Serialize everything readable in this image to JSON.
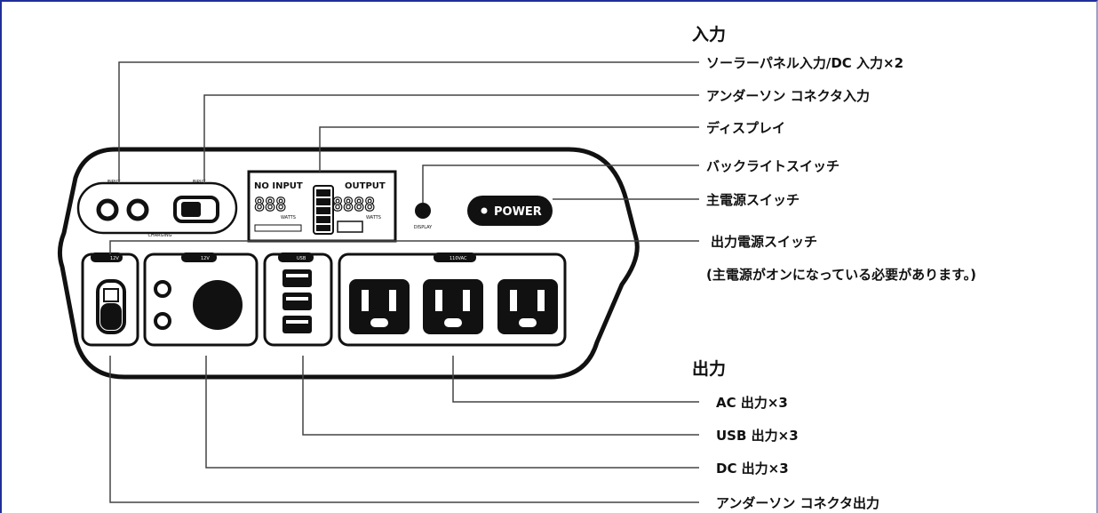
{
  "sections": {
    "input": {
      "heading": "入力",
      "items": [
        "ソーラーパネル入力/DC 入力×2",
        "アンダーソン コネクタ入力"
      ]
    },
    "controls": [
      "ディスプレイ",
      "バックライトスイッチ",
      "主電源スイッチ",
      "出力電源スイッチ",
      "(主電源がオンになっている必要があります。)"
    ],
    "output": {
      "heading": "出力",
      "items": [
        "AC 出力×3",
        "USB 出力×3",
        "DC 出力×3",
        "アンダーソン コネクタ出力"
      ]
    }
  },
  "device": {
    "power_button": "POWER",
    "display": {
      "left_caption": "NO INPUT",
      "right_caption": "OUTPUT",
      "left_digits": "888",
      "right_digits": "8888",
      "unit": "WATTS"
    },
    "small_labels": {
      "input1": "INPUT",
      "input2": "INPUT",
      "charging": "CHARGING",
      "display_btn": "DISPLAY",
      "sw_12v_a": "12V",
      "sw_12v_b": "12V",
      "sw_usb": "USB",
      "sw_ac": "110VAC"
    }
  },
  "colors": {
    "frame_border": "#1f2f9a",
    "ink": "#111111",
    "line": "#444444"
  }
}
